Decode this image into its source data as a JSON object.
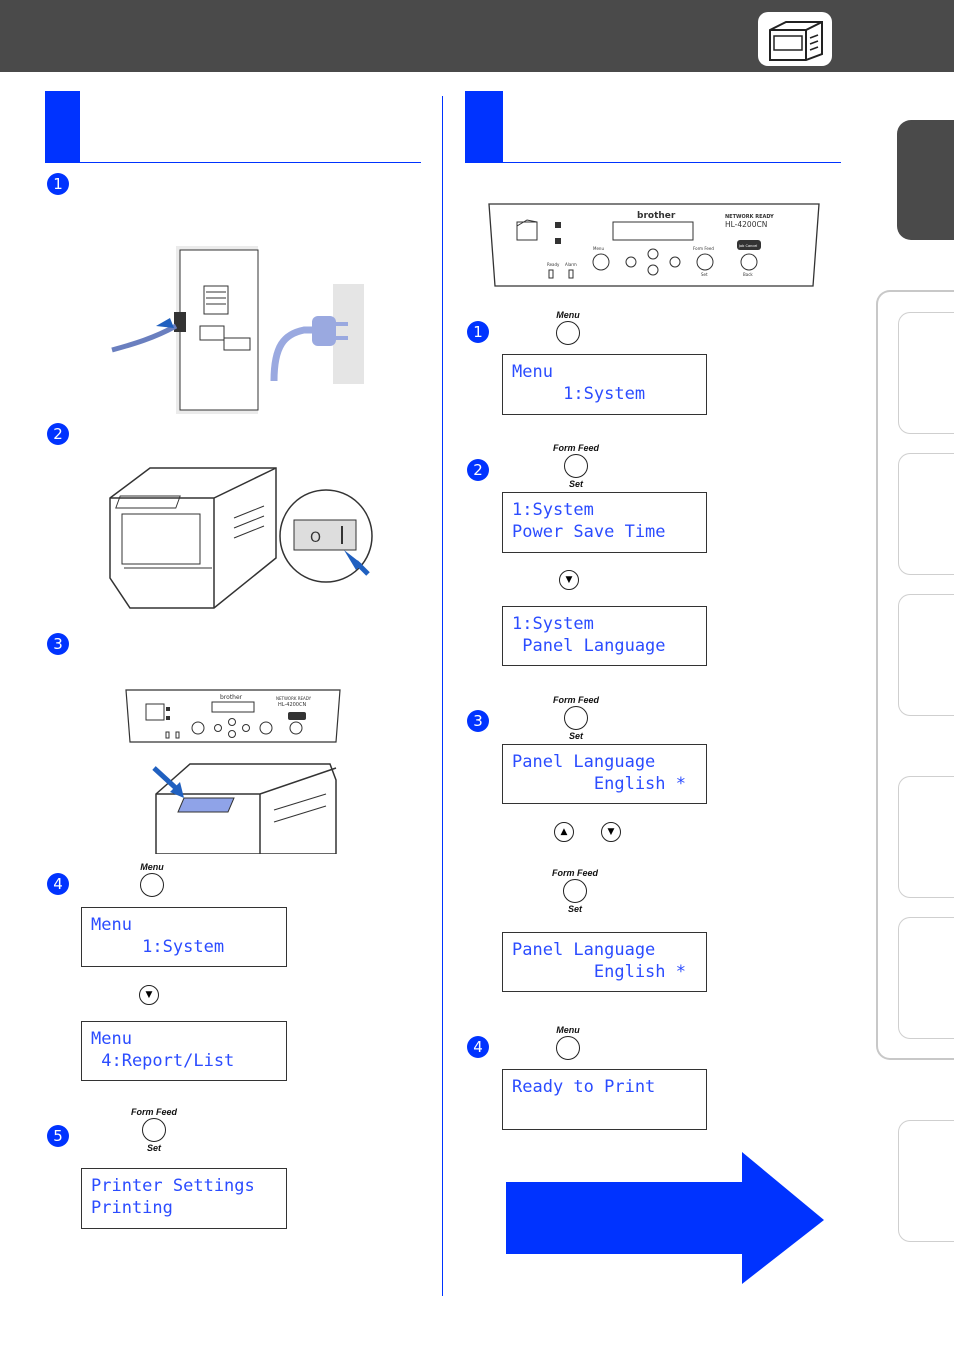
{
  "lcd": {
    "left_s4_a": [
      "Menu",
      "     1:System"
    ],
    "left_s4_b": [
      "Menu",
      " 4:Report/List"
    ],
    "left_s5": [
      "Printer Settings",
      "Printing"
    ],
    "right_s1": [
      "Menu",
      "     1:System"
    ],
    "right_s2_a": [
      "1:System",
      "Power Save Time"
    ],
    "right_s2_b": [
      "1:System",
      " Panel Language"
    ],
    "right_s3_a": [
      "Panel Language",
      "        English *"
    ],
    "right_s3_b": [
      "Panel Language",
      "        English *"
    ],
    "right_s4": [
      "Ready to Print",
      ""
    ]
  },
  "buttons": {
    "menu": "Menu",
    "form_feed": "Form Feed",
    "set": "Set"
  },
  "steps": [
    "1",
    "2",
    "3",
    "4",
    "5"
  ],
  "panel": {
    "brand": "brother",
    "model": "HL-4200CN",
    "network": "NETWORK READY",
    "ready": "Ready",
    "alarm": "Alarm",
    "menu": "Menu",
    "form_feed": "Form Feed",
    "set": "Set",
    "back": "Back",
    "job_cancel": "Job Cancel"
  },
  "icons": {
    "printer": "printer-icon",
    "down": "down-arrow-icon",
    "up": "up-arrow-icon",
    "next": "next-arrow-icon"
  },
  "colors": {
    "accent": "#0033ff",
    "header": "#4a4a4a",
    "lcd_text": "#2b4cff"
  }
}
